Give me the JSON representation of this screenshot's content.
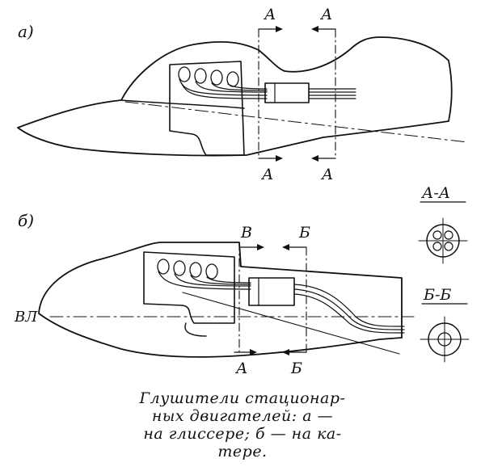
{
  "fig_a": {
    "label": "а)",
    "section_top_left": "А",
    "section_top_right": "А",
    "section_bottom_left": "А",
    "section_bottom_right": "А"
  },
  "fig_b": {
    "label": "б)",
    "section_top_left": "В",
    "section_top_right": "Б",
    "section_bottom_left": "А",
    "section_bottom_right": "Б",
    "waterline": "ВЛ"
  },
  "sections": {
    "aa_title": "А-А",
    "bb_title": "Б-Б"
  },
  "caption": {
    "line1": "Глушители стационар-",
    "line2": "ных двигателей: а —",
    "line3": "на глиссере; б — на ка-",
    "line4": "тере."
  }
}
